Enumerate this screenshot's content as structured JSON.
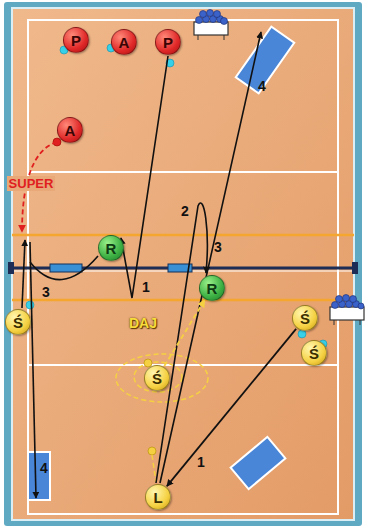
{
  "diagram": {
    "nodes": [
      {
        "text": [
          "P"
        ]
      },
      {
        "text": [
          "A"
        ]
      },
      {
        "text": [
          "P"
        ]
      },
      {
        "text": [
          "A"
        ]
      },
      {
        "text": [
          "R"
        ]
      },
      {
        "text": [
          "R"
        ]
      },
      {
        "text": [
          "Ś"
        ]
      },
      {
        "text": [
          "Ś"
        ]
      },
      {
        "text": [
          "Ś"
        ]
      },
      {
        "text": [
          "Ś"
        ]
      },
      {
        "text": [
          "L"
        ]
      }
    ],
    "edges": [
      {
        "from": 7,
        "to": 10,
        "arrow": "to",
        "label": "1"
      },
      {
        "from": 8,
        "to": 5,
        "arrow": "to",
        "label": "DAJ"
      }
    ],
    "labels": [
      "4",
      "SUPER",
      "2",
      "3",
      "1",
      "3",
      "4"
    ]
  }
}
